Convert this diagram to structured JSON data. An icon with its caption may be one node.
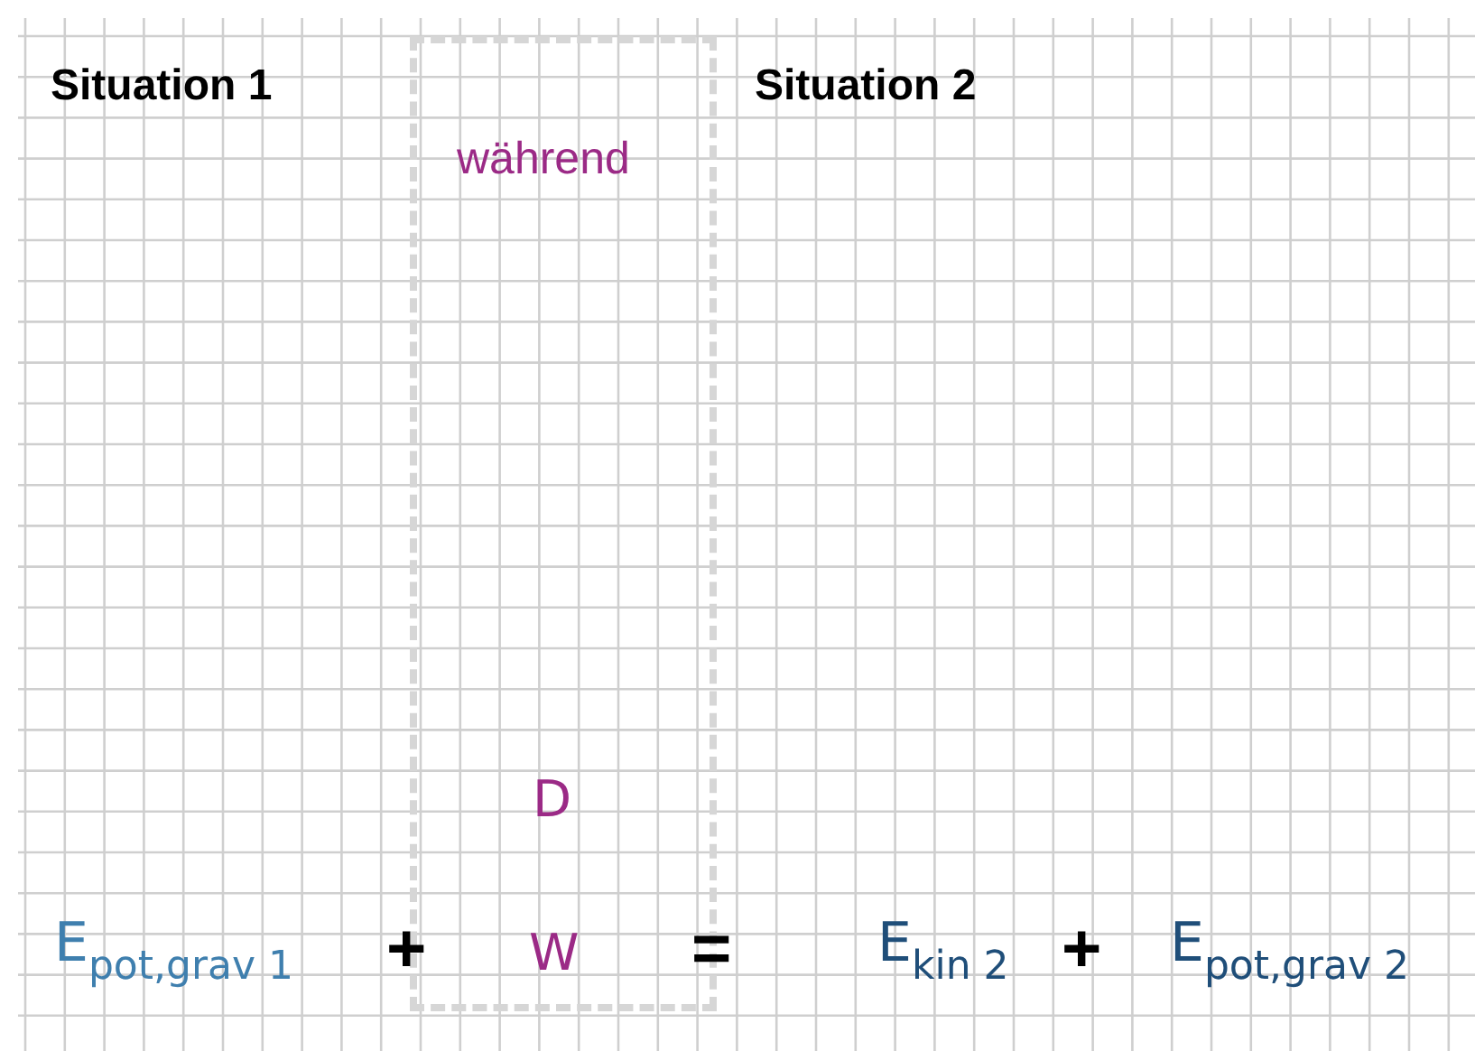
{
  "diagram": {
    "nodes": [
      {
        "text": [
          "während",
          "D",
          "W"
        ]
      }
    ],
    "edges": [],
    "labels": [
      "Situation 1",
      "Situation 2",
      "E$_{pot,grav 1}$",
      "+",
      "=",
      "E$_{kin 2}$",
      "+",
      "E$_{pot,grav 2}$"
    ]
  }
}
